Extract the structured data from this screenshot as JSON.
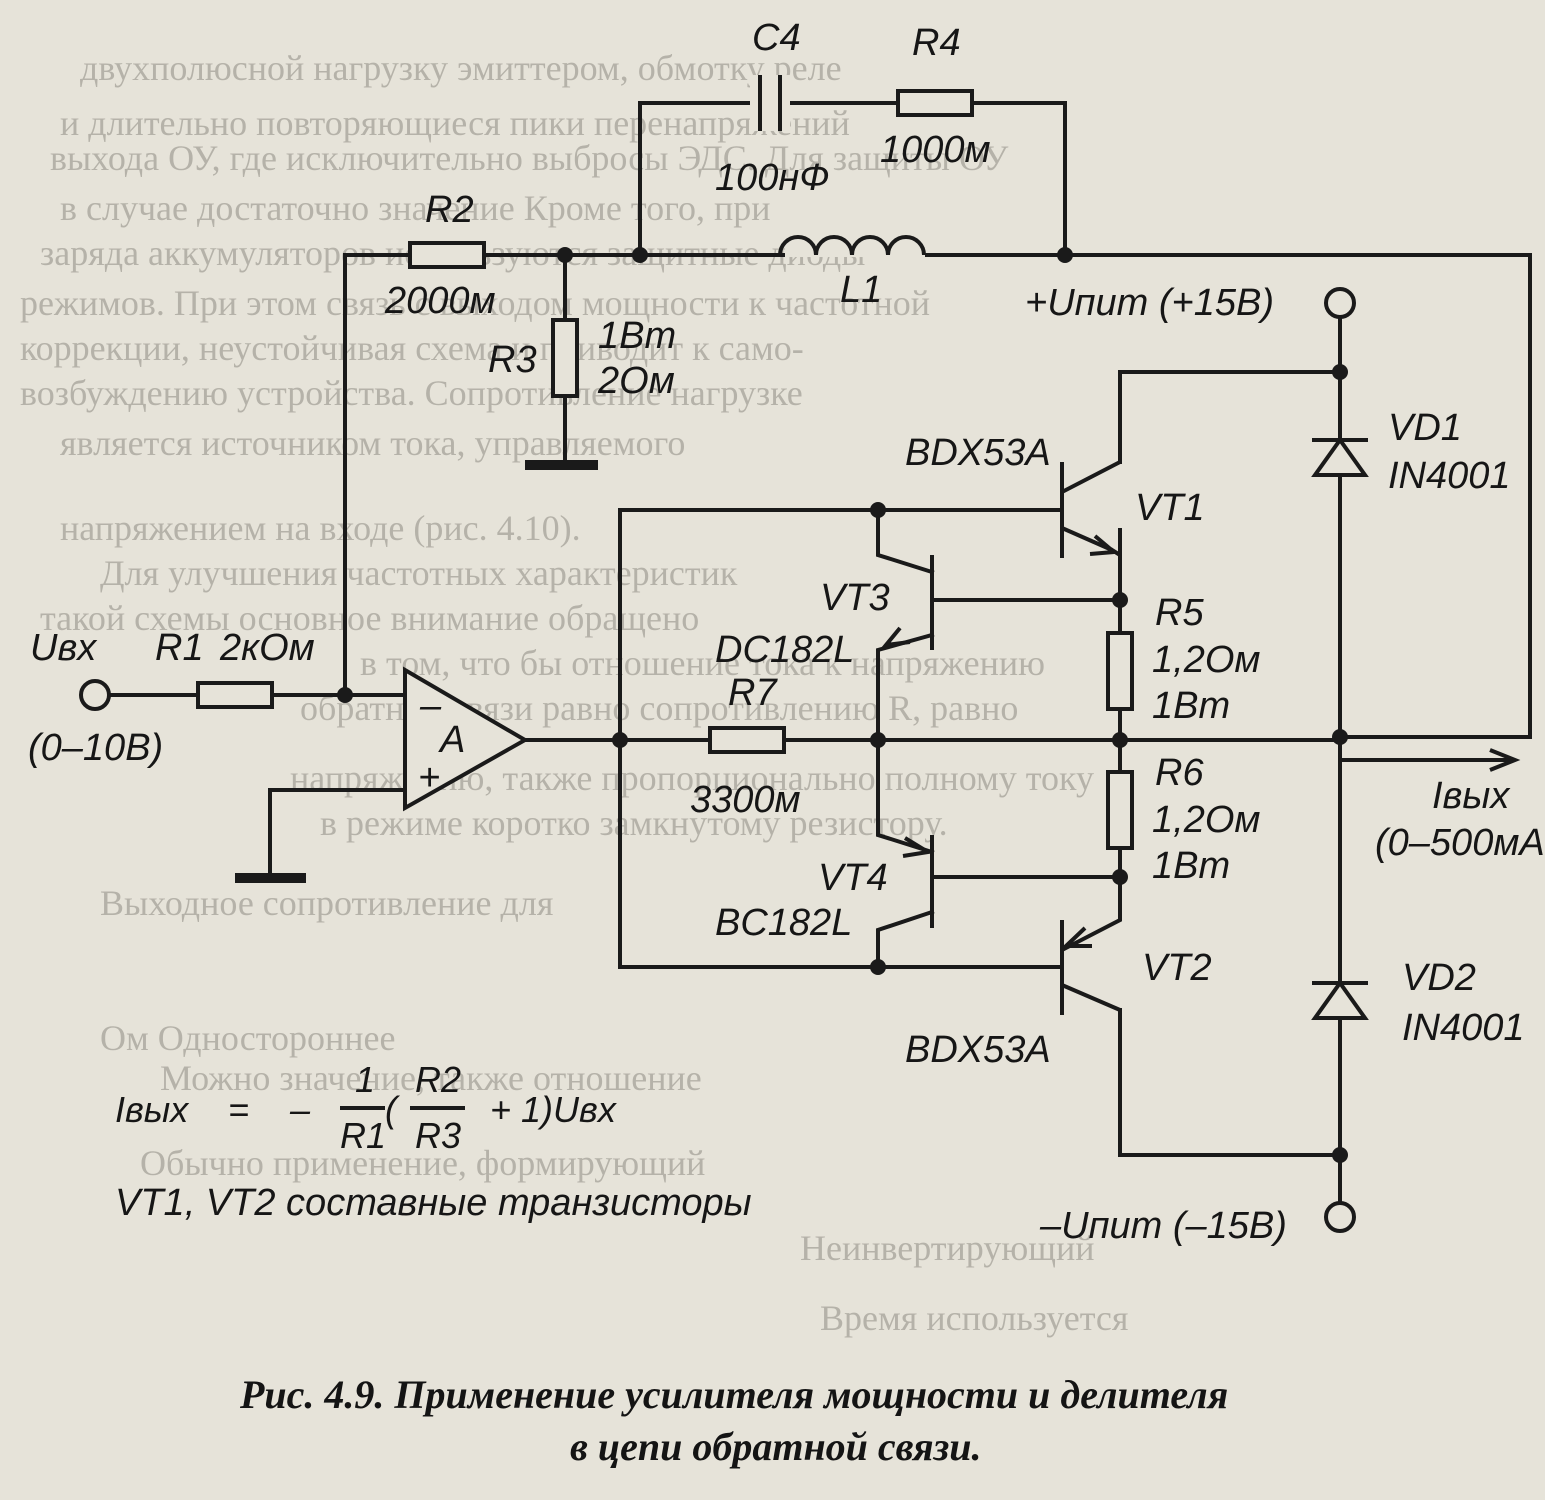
{
  "background_text": [
    "двухполюсной нагрузку эмиттером, обмотку реле",
    "и длительно повторяющиеся пики перенапряжений",
    "выхода ОУ, где исключительно выбросы ЭДС. Для защиты ОУ",
    "в случае достаточно значение Кроме того, при",
    "заряда аккумуляторов используются защитные диоды",
    "режимов. При этом связь с выходом мощности к частотной",
    "коррекции, неустойчивая схема и приводит к само-",
    "возбуждению устройства. Сопротивление нагрузке",
    "является источником тока, управляемого",
    "напряжением на входе (рис. 4.10).",
    "Для улучшения частотных характеристик",
    "такой схемы основное внимание обращено",
    "в том, что бы отношение тока к напряжению",
    "обратной связи равно сопротивлению R, равно",
    "напряжению, также пропорционально полному току",
    "в режиме коротко замкнутому резистору.",
    "Выходное сопротивление для",
    "Ом   Одностороннее",
    "Можно значение, также отношение",
    "Обычно применение, формирующий",
    "Неинвертирующий",
    "Время используется"
  ],
  "labels": {
    "c4_name": "C4",
    "c4_value": "100нФ",
    "r4_name": "R4",
    "r4_value": "1000м",
    "r2_name": "R2",
    "r2_value": "2000м",
    "l1_name": "L1",
    "vpos": "+Uпит  (+15В)",
    "r3_name": "R3",
    "r3_power": "1Вт",
    "r3_value": "2Ом",
    "vd1_name": "VD1",
    "vd1_type": "IN4001",
    "vt1_type": "BDX53A",
    "vt1_name": "VT1",
    "vt3_name": "VT3",
    "vt3_type": "DC182L",
    "r7_name": "R7",
    "r7_value": "3300м",
    "r5_name": "R5",
    "r5_value": "1,2Ом",
    "r5_power": "1Вт",
    "uin": "Uвх",
    "uin_range": "(0–10В)",
    "r1_name": "R1",
    "r1_value": "2кОм",
    "opamp_minus": "–",
    "opamp_plus": "+",
    "opamp_name": "A",
    "r6_name": "R6",
    "r6_value": "1,2Ом",
    "r6_power": "1Вт",
    "iout": "Iвых",
    "iout_range": "(0–500мА",
    "vt4_name": "VT4",
    "vt4_type": "BC182L",
    "vt2_name": "VT2",
    "vt2_type": "BDX53A",
    "vd2_name": "VD2",
    "vd2_type": "IN4001",
    "vneg": "–Uпит  (–15В)"
  },
  "formula": {
    "lhs": "Iвых",
    "eq": "=",
    "minus": "–",
    "num1": "1",
    "den1": "R1",
    "lparen": "(",
    "num2": "R2",
    "den2": "R3",
    "tail": "+  1)Uвх"
  },
  "note": "VT1,  VT2  составные  транзисторы",
  "caption": {
    "line1": "Рис.  4.9.  Применение  усилителя  мощности  и  делителя",
    "line2": "в  цепи  обратной  связи."
  }
}
